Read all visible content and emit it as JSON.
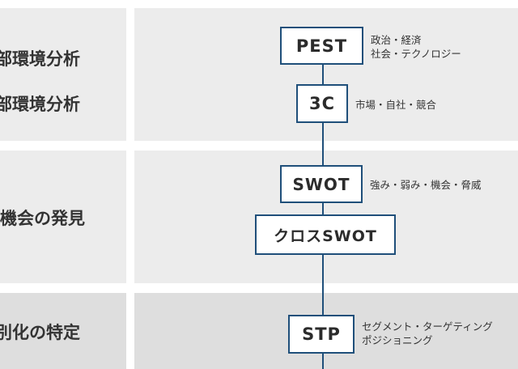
{
  "stages": [
    {
      "label": "部環境分析"
    },
    {
      "label": "部環境分析"
    },
    {
      "label": "機会の発見"
    },
    {
      "label": "別化の特定"
    }
  ],
  "frameworks": [
    {
      "name": "PEST",
      "note_lines": [
        "政治・経済",
        "社会・テクノロジー"
      ]
    },
    {
      "name": "3C",
      "note_lines": [
        "市場・自社・競合"
      ]
    },
    {
      "name": "SWOT",
      "note_lines": [
        "強み・弱み・機会・脅威"
      ]
    },
    {
      "name": "クロスSWOT",
      "note_lines": []
    },
    {
      "name": "STP",
      "note_lines": [
        "セグメント・ターゲティング",
        "ポジショニング"
      ]
    }
  ],
  "colors": {
    "line": "#1f4f7a",
    "panel": "#ececec",
    "panel_dark": "#dedede"
  }
}
